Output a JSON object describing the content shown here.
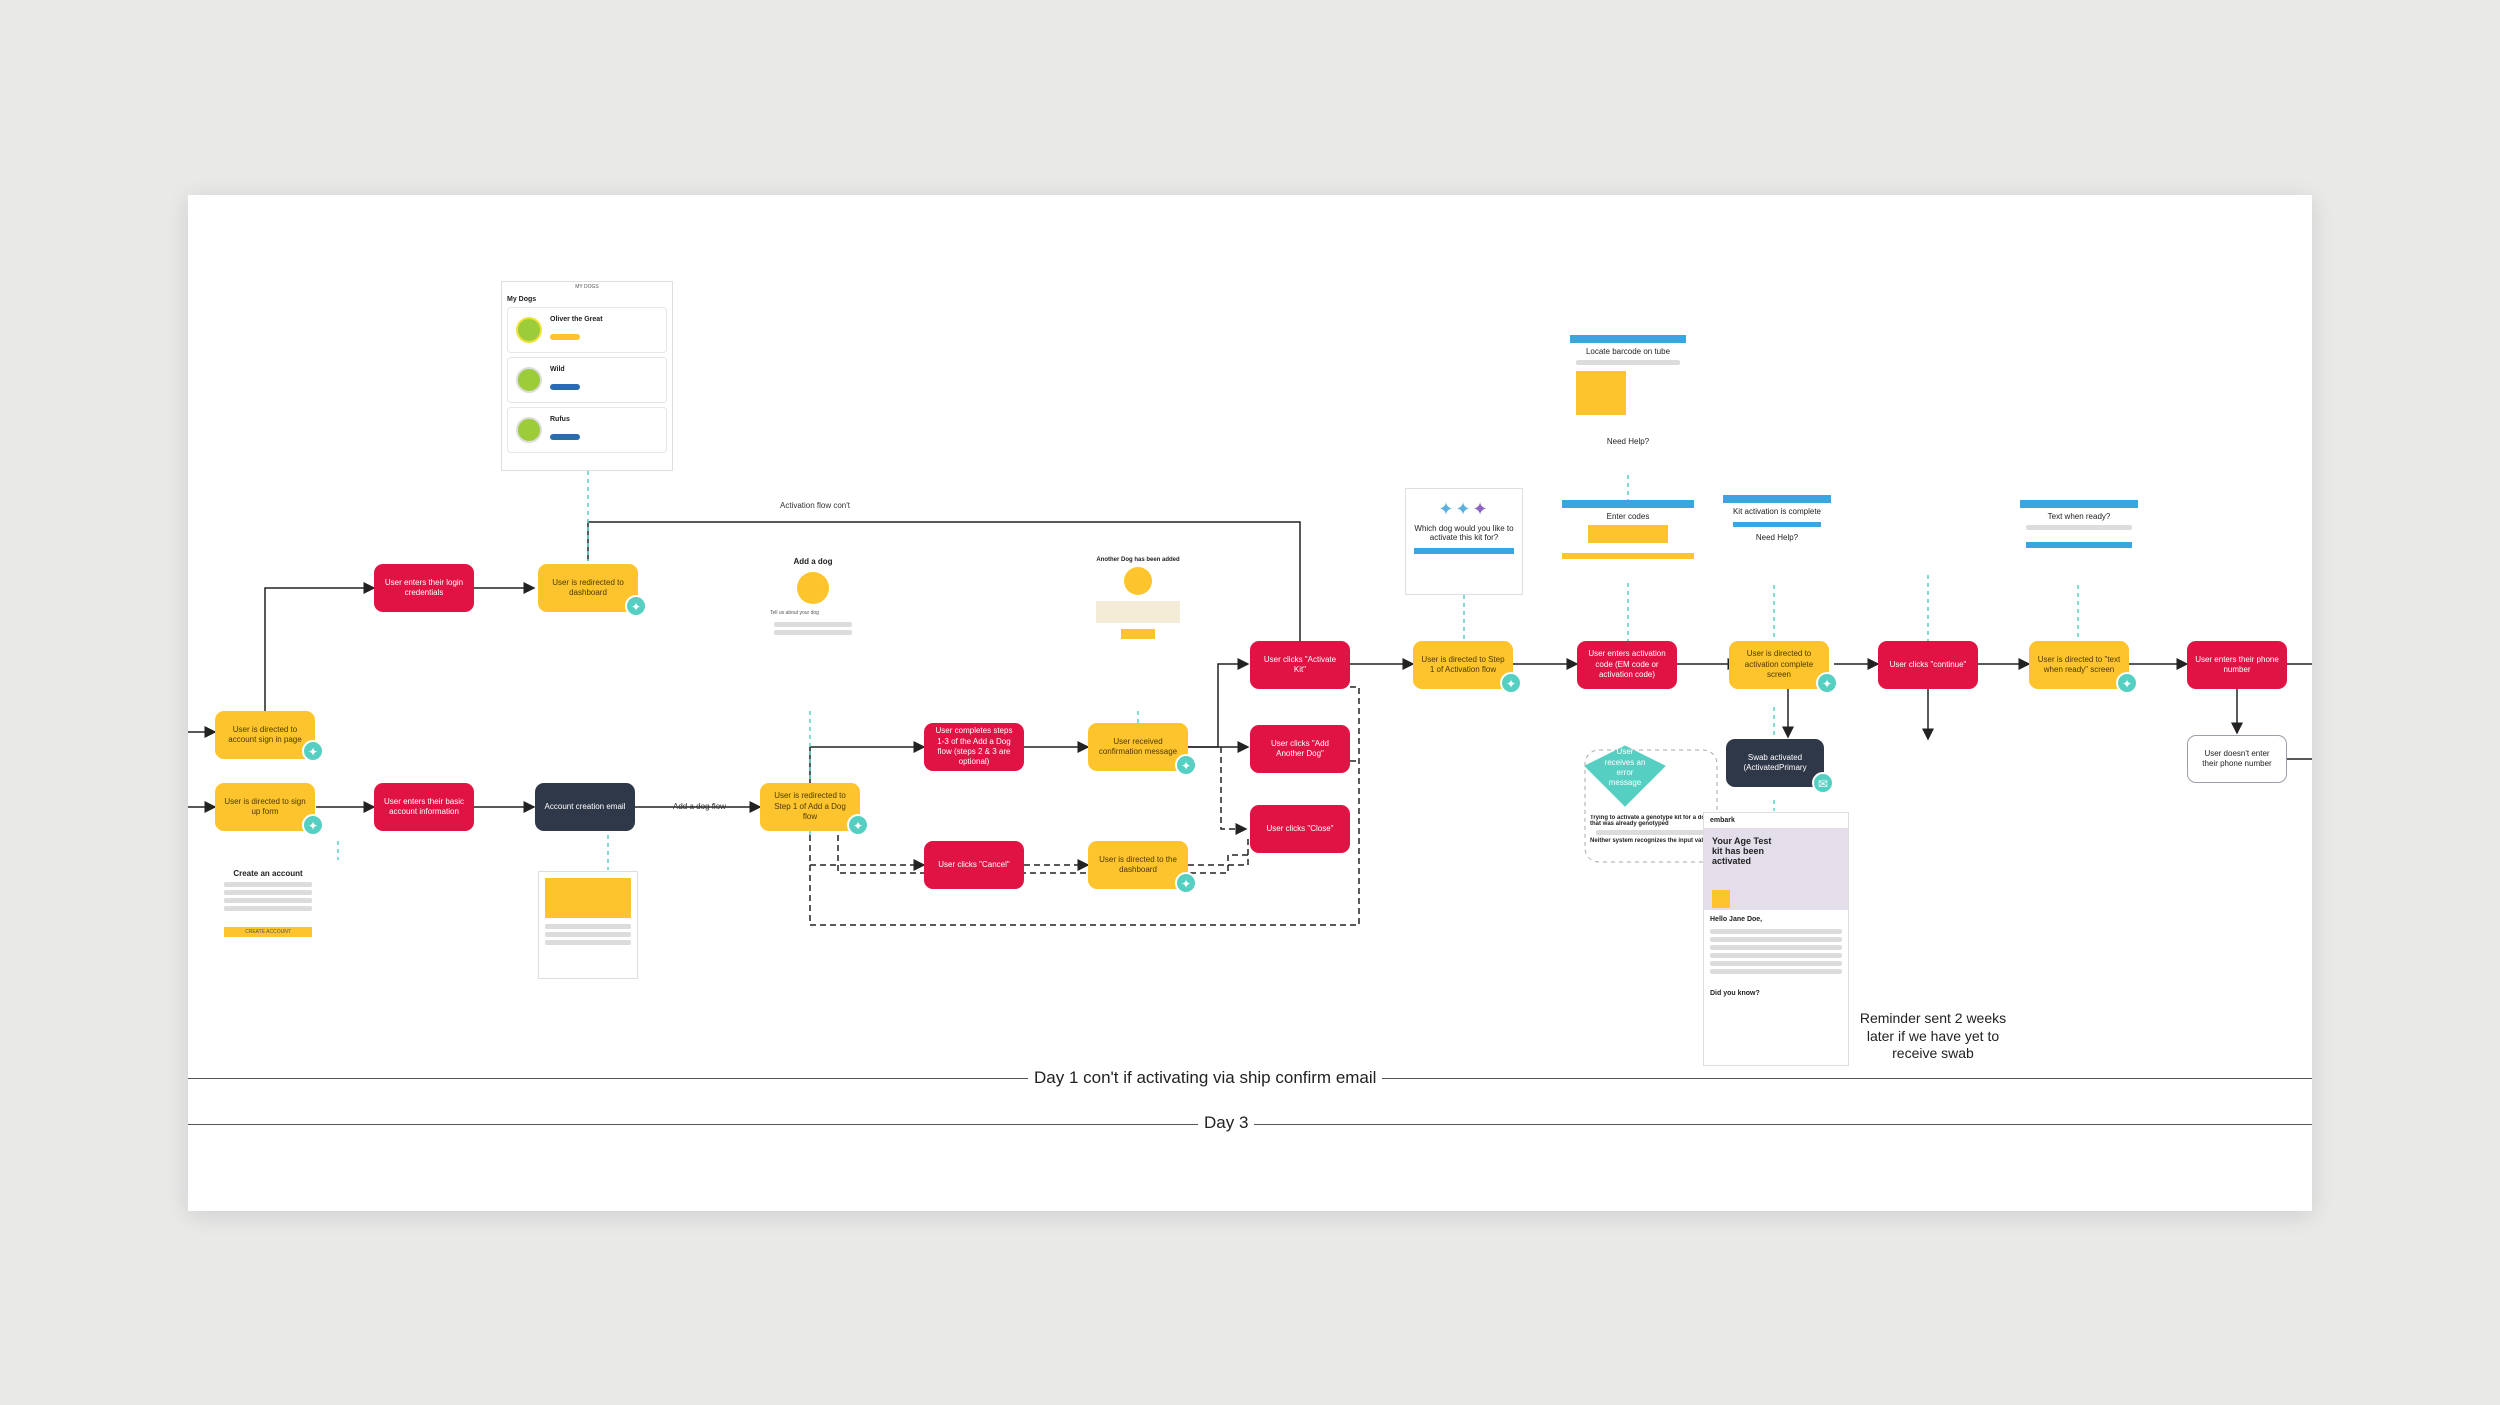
{
  "annotations": {
    "activation_flow_cont": "Activation flow con't",
    "add_dog_flow": "Add a dog flow",
    "day1": "Day 1 con't if activating via ship confirm email",
    "day3": "Day 3",
    "reminder": "Reminder sent 2 weeks later if we have yet to receive swab"
  },
  "nodes": {
    "signin_page": "User is directed to account sign in page",
    "signup_form": "User is directed to sign up form",
    "login_creds": "User enters their login credentials",
    "redirect_dashboard": "User is redirected to dashboard",
    "basic_info": "User enters their basic account information",
    "creation_email": "Account creation email",
    "redirect_step1": "User is redirected to Step 1 of Add a Dog flow",
    "completes_steps": "User completes steps 1-3 of the Add a Dog flow (steps 2 & 3 are optional)",
    "received_confirm": "User received confirmation message",
    "clicks_cancel": "User clicks \"Cancel\"",
    "directed_dashboard": "User is directed to the dashboard",
    "clicks_activate": "User clicks \"Activate Kit\"",
    "clicks_add_another": "User clicks \"Add Another Dog\"",
    "clicks_close": "User clicks \"Close\"",
    "step1_activation": "User is directed to Step 1 of Activation flow",
    "enters_codes": "User enters activation code (EM code or activation code)",
    "error_msg": "User receives an error message",
    "activation_complete": "User is directed to activation complete screen",
    "clicks_continue": "User clicks \"continue\"",
    "text_when_ready": "User is directed to \"text when ready\" screen",
    "enters_phone": "User enters their phone number",
    "no_phone": "User doesn't enter their phone number",
    "swab_activated_l1": "Swab activated",
    "swab_activated_l2": "(ActivatedPrimary"
  },
  "mockups": {
    "dashboard": {
      "header": "MY DOGS",
      "title": "My Dogs",
      "dogs": [
        "Oliver the Great",
        "Wild",
        "Rufus"
      ]
    },
    "create_account": {
      "title": "Create an account",
      "button": "CREATE ACCOUNT"
    },
    "add_dog": {
      "title": "Add a dog",
      "sub": "Tell us about your dog"
    },
    "another_dog": {
      "title": "Another Dog has been added"
    },
    "which_dog": {
      "title": "Which dog would you like to activate this kit for?"
    },
    "locate_barcode": {
      "title": "Locate barcode on tube",
      "help": "Need Help?"
    },
    "enter_codes": {
      "title": "Enter codes"
    },
    "kit_complete": {
      "title": "Kit activation is complete",
      "help": "Need Help?"
    },
    "text_ready": {
      "title": "Text when ready?"
    },
    "error_note": {
      "heading": "Trying to activate a genotype kit for a dog that was already genotyped",
      "sub": "Neither system recognizes the input value"
    },
    "email": {
      "brand": "embark",
      "headline": "Your Age Test kit has been activated",
      "greeting": "Hello Jane Doe,",
      "footer": "Did you know?"
    }
  },
  "colors": {
    "yellow": "#fdc42e",
    "red": "#e11345",
    "navy": "#2f3848",
    "teal": "#56cfc3",
    "blue": "#3aa6df"
  }
}
